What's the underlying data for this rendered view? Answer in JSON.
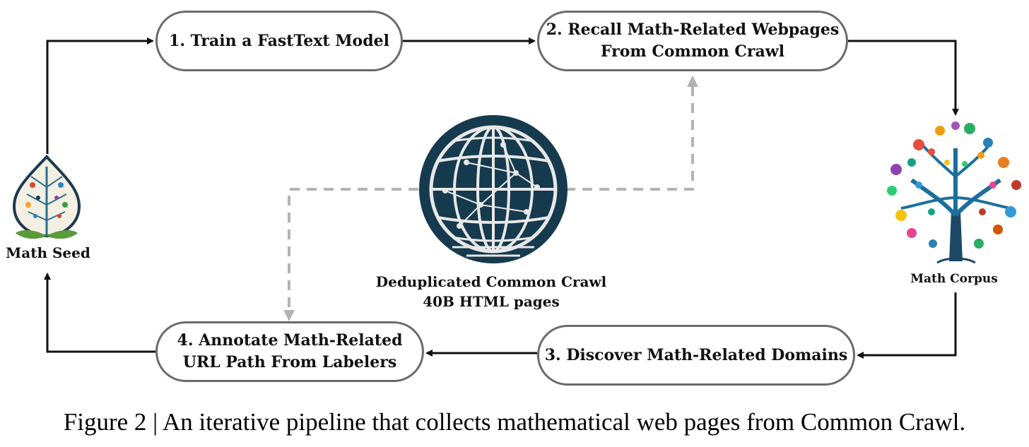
{
  "steps": {
    "step1": "1. Train a FastText Model",
    "step2": "2. Recall Math-Related Webpages\nFrom Common Crawl",
    "step3": "3. Discover Math-Related Domains",
    "step4": "4. Annotate Math-Related\nURL Path From Labelers"
  },
  "nodes": {
    "seed_label": "Math Seed",
    "corpus_label": "Math Corpus",
    "crawl_line1": "Deduplicated Common Crawl",
    "crawl_line2": "40B HTML pages"
  },
  "caption": "Figure 2 | An iterative pipeline that collects mathematical web pages from Common Crawl.",
  "colors": {
    "solid_arrow": "#111111",
    "dashed_arrow": "#b3b3b3",
    "box_border": "#6b6b6b",
    "globe_dark": "#163a4e",
    "globe_lines": "#e8e8e8"
  },
  "icons": {
    "seed": "leaf-icon",
    "corpus": "tree-icon",
    "crawl": "globe-icon"
  }
}
